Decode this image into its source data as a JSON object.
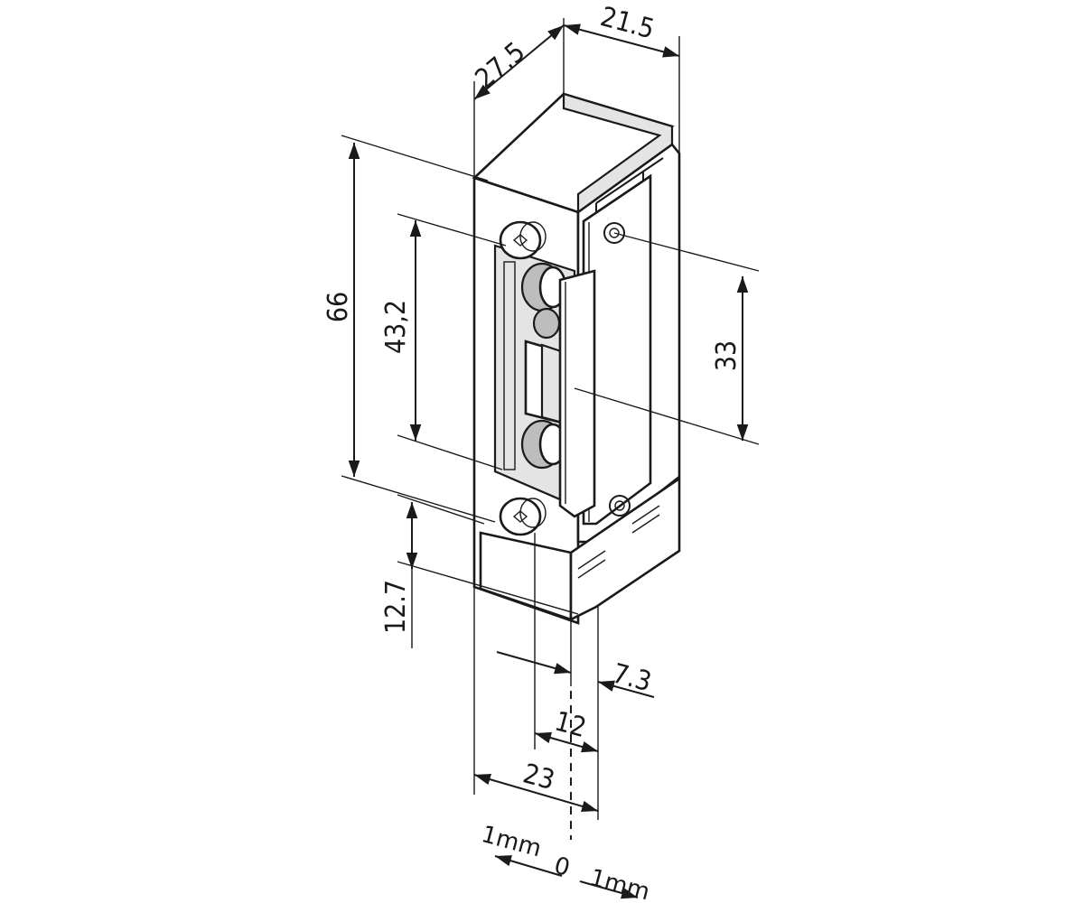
{
  "dimensions": {
    "depth": "27.5",
    "width": "21.5",
    "height_total": "66",
    "height_latch": "43,2",
    "screw_spacing": "33",
    "lower_height": "12.7",
    "offset_small": "7.3",
    "offset_mid": "12",
    "offset_total": "23"
  },
  "adjustment": {
    "left": "1mm",
    "center": "0",
    "right": "1mm"
  },
  "colors": {
    "line": "#1a1a1a",
    "face": "#ffffff",
    "shade": "#e4e4e4",
    "dark": "#bdbdbd"
  }
}
